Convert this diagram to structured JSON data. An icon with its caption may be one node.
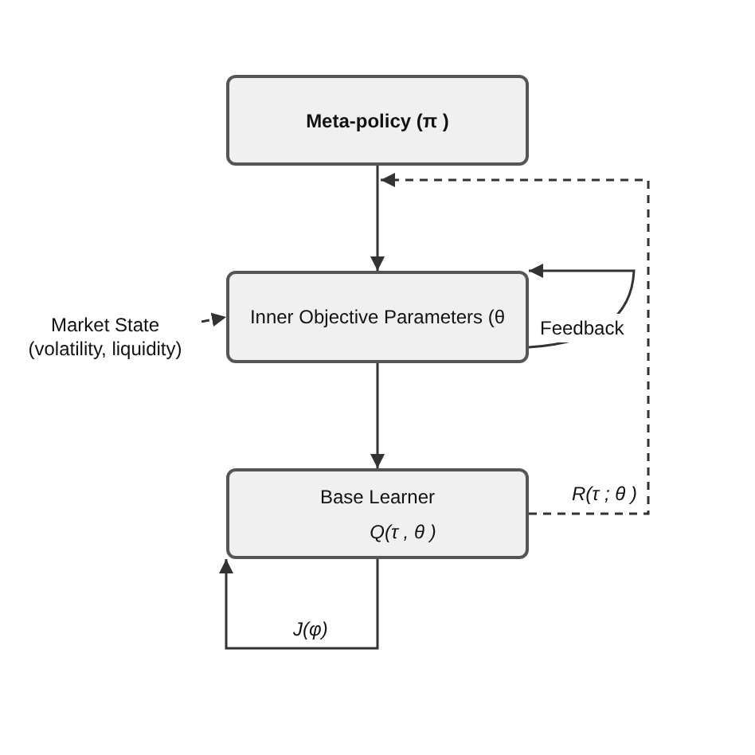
{
  "diagram": {
    "nodes": [
      {
        "text": [
          "Meta-policy (π )"
        ]
      },
      {
        "text": [
          "Inner Objective Parameters (θ"
        ]
      },
      {
        "text": [
          "Base Learner",
          "Q(τ , θ )"
        ]
      },
      {
        "text": [
          "Market State (volatility, liquidity)"
        ]
      }
    ],
    "edges": [
      {
        "from": 0,
        "to": 1,
        "arrow": "to"
      },
      {
        "from": 1,
        "to": 2,
        "arrow": "to"
      },
      {
        "from": 2,
        "to": 0,
        "arrow": "to",
        "label": "R(τ ; θ )",
        "style": "dashed"
      },
      {
        "from": 1,
        "to": 1,
        "arrow": "to",
        "label": "Feedback"
      },
      {
        "from": 2,
        "to": 2,
        "arrow": "to",
        "label": "J(φ)"
      },
      {
        "from": 3,
        "to": 1,
        "arrow": "to",
        "style": "dashed"
      }
    ]
  }
}
